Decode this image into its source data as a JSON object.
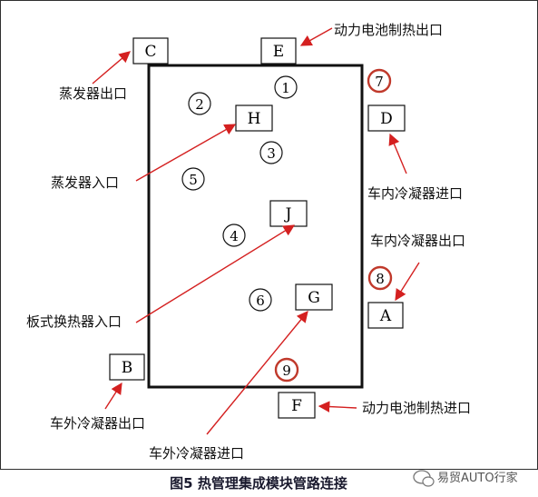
{
  "colors": {
    "arrow": "#d42020",
    "highlight_circle": "#c0392b",
    "line": "#111111"
  },
  "ports": {
    "A": "A",
    "B": "B",
    "C": "C",
    "D": "D",
    "E": "E",
    "F": "F",
    "G": "G",
    "H": "H",
    "J": "J"
  },
  "zones": {
    "z1": "1",
    "z2": "2",
    "z3": "3",
    "z4": "4",
    "z5": "5",
    "z6": "6",
    "z7": "7",
    "z8": "8",
    "z9": "9"
  },
  "labels": {
    "battery_heat_out": "动力电池制热出口",
    "evaporator_out": "蒸发器出口",
    "evaporator_in": "蒸发器入口",
    "inner_condenser_in": "车内冷凝器进口",
    "inner_condenser_out": "车内冷凝器出口",
    "plate_hx_in": "板式换热器入口",
    "outer_condenser_out": "车外冷凝器出口",
    "battery_heat_in": "动力电池制热进口",
    "outer_condenser_in": "车外冷凝器进口"
  },
  "caption": "图5 热管理集成模块管路连接",
  "watermark": "易贸AUTO行家",
  "watermark_icon": "wechat-icon"
}
